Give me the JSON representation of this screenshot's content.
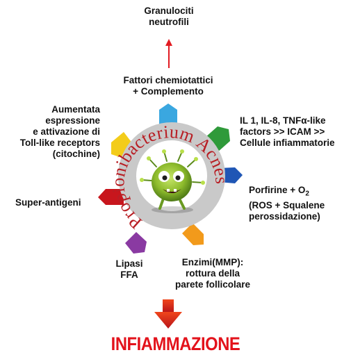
{
  "center_label": "Propionibacterium Acnes",
  "top_result": [
    "Granulociti",
    "neutrofili"
  ],
  "labels": {
    "chemotactic": [
      "Fattori chemiotattici",
      "+ Complemento"
    ],
    "cytokines": [
      "IL 1, IL-8, TNFα-like",
      "factors >> ICAM >>",
      "Cellule infiammatorie"
    ],
    "porphyrins": {
      "line1_prefix": "Porfirine + O",
      "line1_sub": "2",
      "line2": "(ROS + Squalene",
      "line3": "perossidazione)"
    },
    "enzymes": [
      "Enzimi(MMP):",
      "rottura della",
      "parete follicolare"
    ],
    "lipases": [
      "Lipasi",
      "FFA"
    ],
    "superantigens": [
      "Super-antigeni"
    ],
    "tlr": [
      "Aumentata",
      "espressione",
      "e attivazione di",
      "Toll-like receptors",
      "(citochine)"
    ]
  },
  "outcome": "INFIAMMAZIONE",
  "colors": {
    "ring": "#c9c9c9",
    "center_text": "#b81e24",
    "arrow_up": "#e21b22",
    "outcome": "#e3121b",
    "petal_chemotactic": "#3aa7e0",
    "petal_cytokines": "#2f9a3a",
    "petal_porphyrins": "#1f56b5",
    "petal_enzymes": "#f29a1b",
    "petal_lipases": "#8a3aa2",
    "petal_superantigens": "#c8161d",
    "petal_tlr": "#f3cc1a",
    "down_arrow": "#d8231b"
  }
}
